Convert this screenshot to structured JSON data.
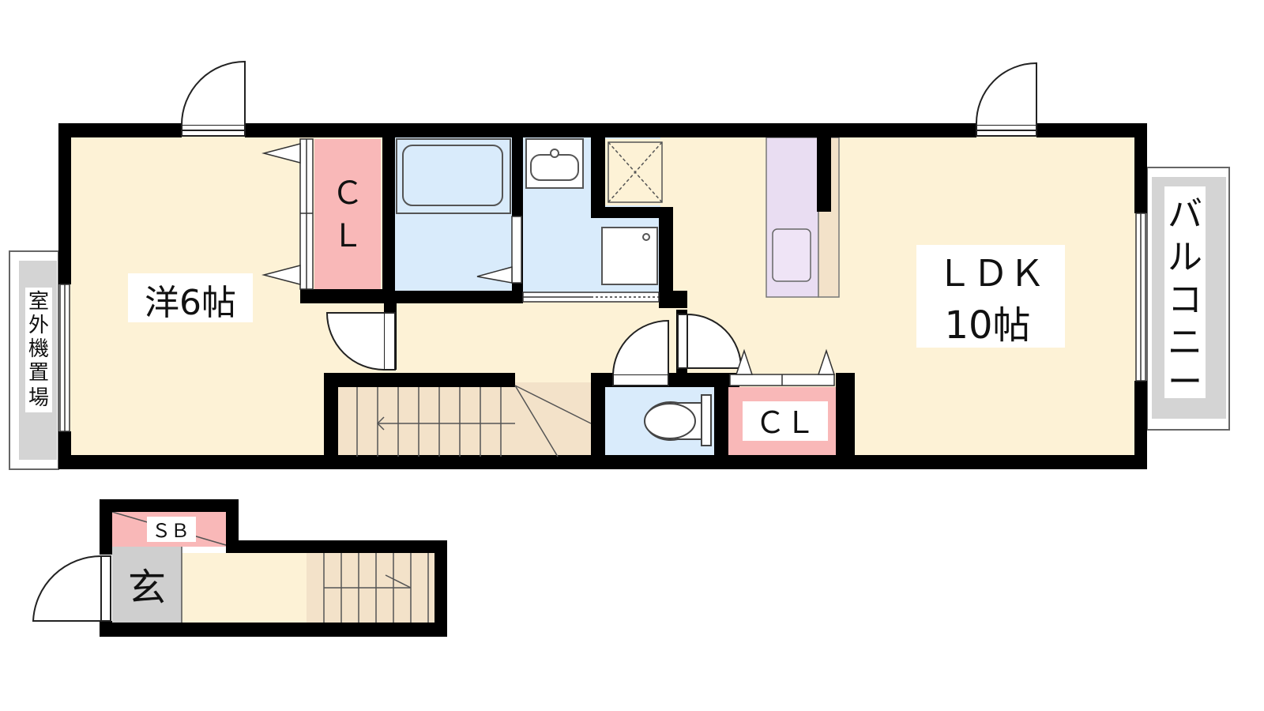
{
  "rooms": {
    "western": {
      "name": "洋6帖"
    },
    "ldk": {
      "name": "ＬＤＫ",
      "size": "10帖"
    },
    "closet_left": {
      "line1": "Ｃ",
      "line2": "Ｌ"
    },
    "closet_right": {
      "name": "ＣＬ"
    },
    "shoe_box": {
      "name": "ＳＢ"
    },
    "entrance": {
      "name": "玄"
    }
  },
  "outdoor": {
    "balcony": [
      "バ",
      "ル",
      "コ",
      "ニ",
      "ー"
    ],
    "ac_unit_area": [
      "室",
      "外",
      "機",
      "置",
      "場"
    ]
  },
  "colors": {
    "wall": "#000000",
    "floor": "#fdf2d6",
    "closet": "#f9b8b8",
    "wet_area": "#d9ebfb",
    "kitchen": "#e9ddf2",
    "stairs": "#f3e2c9",
    "outdoor": "#d4d4d4",
    "genkan": "#cfcfcf"
  }
}
